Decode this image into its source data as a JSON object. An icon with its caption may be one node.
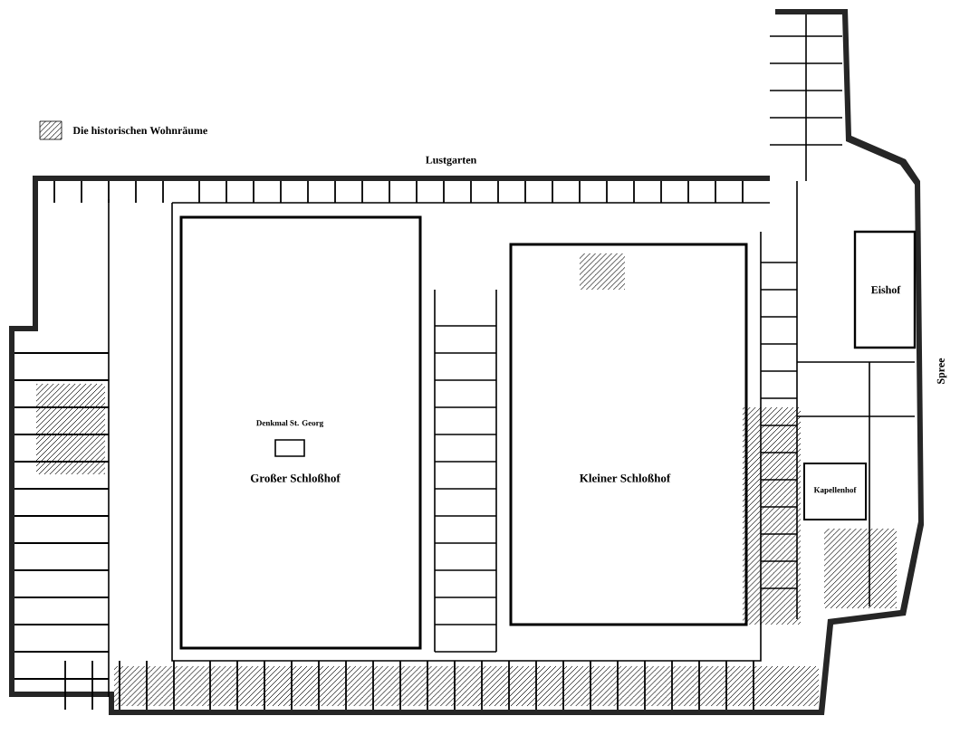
{
  "diagram": {
    "labels": [
      "Lustgarten",
      "Eishof",
      "Spree",
      "Denkmal St. Georg",
      "Großer Schloßhof",
      "Kleiner Schloßhof",
      "Kapellenhof"
    ],
    "legend": [
      {
        "text": "Die historischen Wohnräume"
      }
    ]
  }
}
